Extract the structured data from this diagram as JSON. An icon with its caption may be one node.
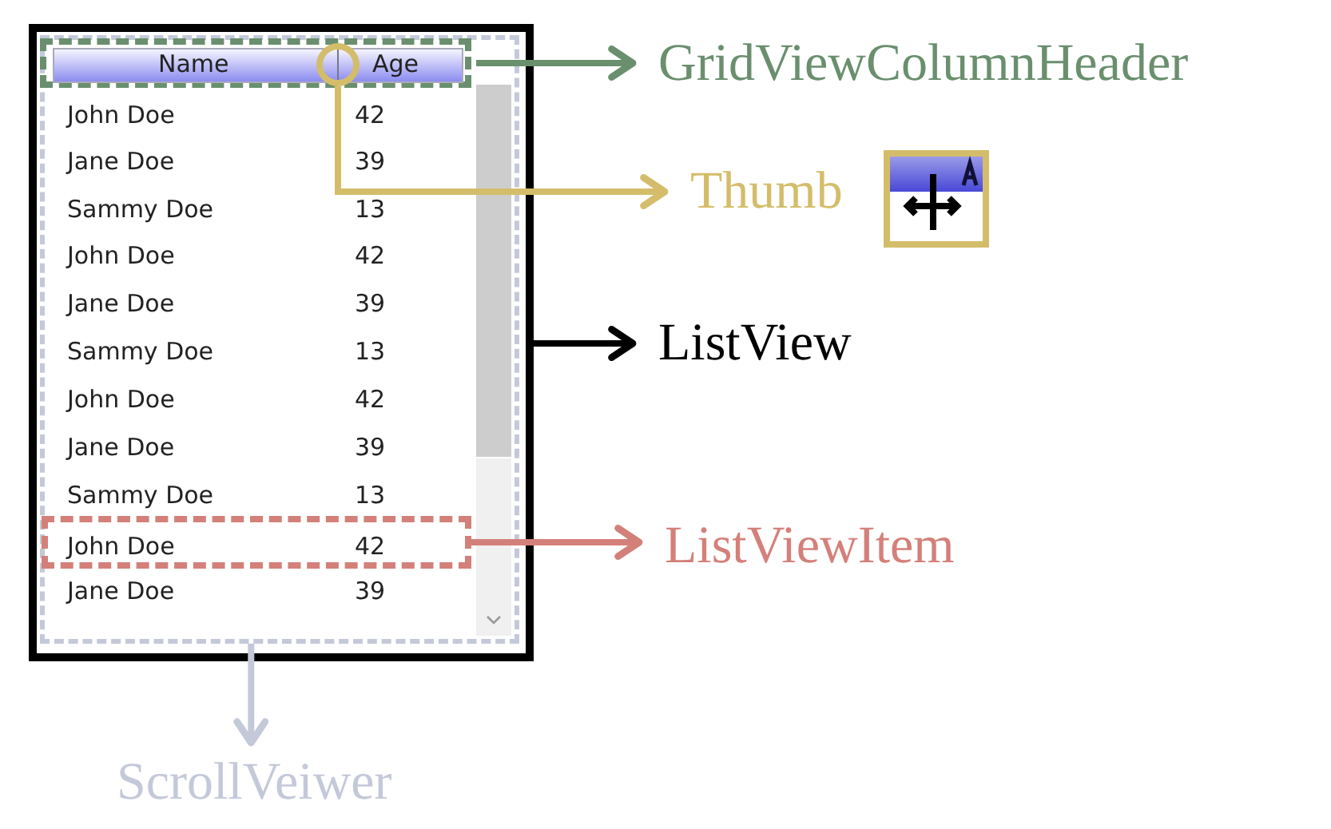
{
  "diagram": {
    "nodes": [
      {
        "text": [],
        "shape": "box"
      },
      {
        "text": [],
        "shape": "box",
        "in": 0
      },
      {
        "text": [
          "Name",
          "Age"
        ],
        "in": 1
      },
      {
        "text": [],
        "shape": "circle",
        "in": 2
      },
      {
        "text": [
          "John Doe",
          "42"
        ],
        "in": 1
      },
      {
        "text": [
          "GridViewColumnHeader"
        ]
      },
      {
        "text": [
          "Thumb"
        ]
      },
      {
        "text": [
          "ListView"
        ]
      },
      {
        "text": [
          "ListViewItem"
        ]
      },
      {
        "text": [
          "ScrollVeiwer"
        ]
      }
    ],
    "edges": [
      {
        "from": 2,
        "to": 5,
        "arrow": "to",
        "color": "#6a8f6e"
      },
      {
        "from": 3,
        "to": 6,
        "arrow": "to",
        "color": "#d4bd6a"
      },
      {
        "from": 0,
        "to": 7,
        "arrow": "to",
        "color": "#000000"
      },
      {
        "from": 4,
        "to": 8,
        "arrow": "to",
        "color": "#d4807a"
      },
      {
        "from": 1,
        "to": 9,
        "arrow": "to",
        "color": "#c4c9d9"
      }
    ],
    "labels": [
      "John Doe",
      "42",
      "Jane Doe",
      "39",
      "Sammy Doe",
      "13",
      "John Doe",
      "42",
      "Jane Doe",
      "39",
      "Sammy Doe",
      "13",
      "John Doe",
      "42",
      "Jane Doe",
      "39",
      "Sammy Doe",
      "13",
      "Jane Doe",
      "39"
    ]
  }
}
